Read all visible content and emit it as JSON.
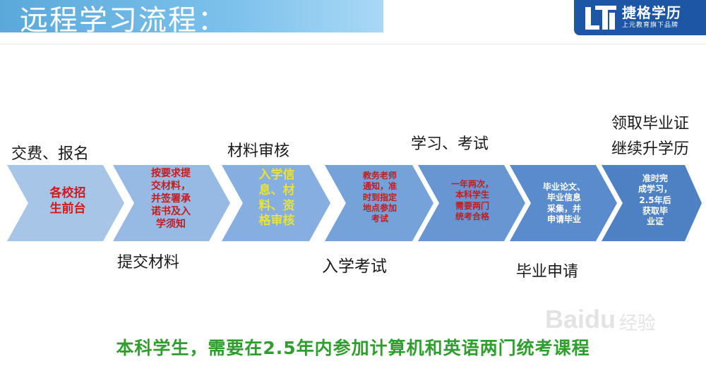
{
  "header": {
    "title": "远程学习流程："
  },
  "logo": {
    "name": "捷格学历",
    "subtitle": "上元教育旗下品牌"
  },
  "steps": [
    {
      "label": "交费、报名",
      "text": "各校招\n生前台",
      "text_color": "#d11a1a",
      "arrow_color": "#a7c5e6"
    },
    {
      "label": "提交材料",
      "text": "按要求提\n交材料，\n并签署承\n诺书及入\n学须知",
      "text_color": "#c21d1d",
      "arrow_color": "#97bae4"
    },
    {
      "label": "材料审核",
      "text": "入学信\n息、材\n料、资\n格审核",
      "text_color": "#e8e23a",
      "arrow_color": "#86aee0"
    },
    {
      "label": "入学考试",
      "text": "教务老师\n通知，准\n时到指定\n地点参加\n考试",
      "text_color": "#c21d1d",
      "arrow_color": "#76a2da"
    },
    {
      "label": "学习、考试",
      "text": "一年两次，\n本科学生\n需要两门\n统考合格",
      "text_color": "#c21d1d",
      "arrow_color": "#6796d3"
    },
    {
      "label": "毕业申请",
      "text": "毕业论文、\n毕业信息\n采集，并\n申请毕业",
      "text_color": "#ffffff",
      "arrow_color": "#5a8bcc"
    },
    {
      "label_line1": "领取毕业证",
      "label_line2": "继续升学历",
      "text": "准时完\n成学习，\n2.5年后\n获取毕\n业证",
      "text_color": "#ffffff",
      "arrow_color": "#4e80c4"
    }
  ],
  "footer": {
    "text": "本科学生，需要在2.5年内参加计算机和英语两门统考课程"
  },
  "watermark": {
    "latin": "Baidu",
    "cn": "经验"
  }
}
